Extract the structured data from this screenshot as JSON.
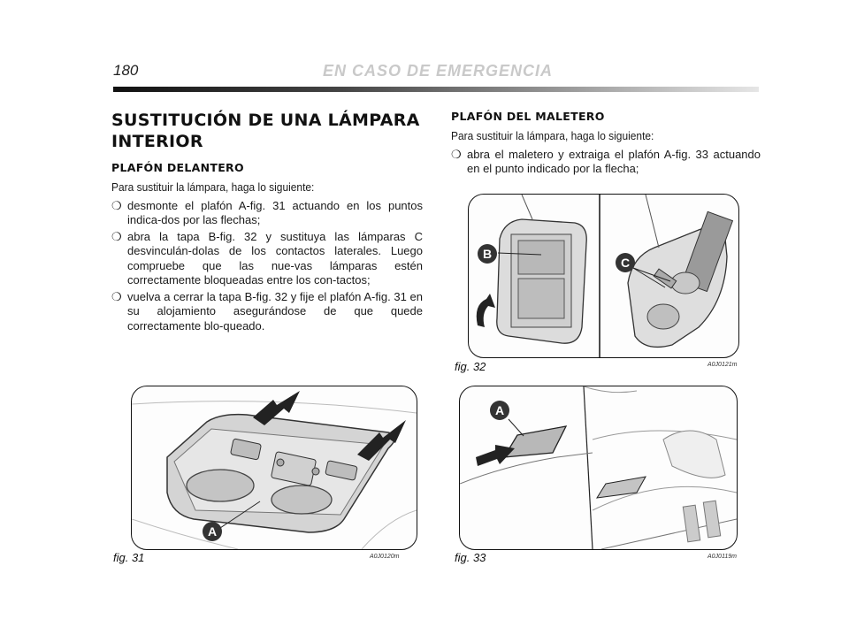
{
  "header": {
    "page_number": "180",
    "section": "EN CASO DE EMERGENCIA"
  },
  "left": {
    "title_line1": "SUSTITUCIÓN DE UNA LÁMPARA",
    "title_line2": "INTERIOR",
    "subtitle": "PLAFÓN DELANTERO",
    "intro": "Para sustituir la lámpara, haga lo siguiente:",
    "bullets": [
      "desmonte el plafón A-fig. 31 actuando en los puntos indica-dos por las flechas;",
      "abra la tapa B-fig. 32 y sustituya las lámparas C desvinculán-dolas de los contactos laterales. Luego compruebe que las nue-vas lámparas estén correctamente bloqueadas entre los con-tactos;",
      "vuelva a cerrar la tapa B-fig. 32 y fije el plafón A-fig. 31 en su alojamiento asegurándose de que quede correctamente blo-queado."
    ]
  },
  "right": {
    "subtitle": "PLAFÓN DEL MALETERO",
    "intro": "Para sustituir la lámpara, haga lo siguiente:",
    "bullets": [
      "abra el maletero y extraiga el plafón A-fig. 33 actuando en el punto indicado por la flecha;"
    ]
  },
  "bullet_symbol": "❍",
  "figures": {
    "fig31": {
      "caption": "fig. 31",
      "code": "A0J0120m",
      "label_a": "A"
    },
    "fig32": {
      "caption": "fig. 32",
      "code": "A0J0121m",
      "label_b": "B",
      "label_c": "C"
    },
    "fig33": {
      "caption": "fig. 33",
      "code": "A0J0119m",
      "label_a": "A"
    }
  }
}
